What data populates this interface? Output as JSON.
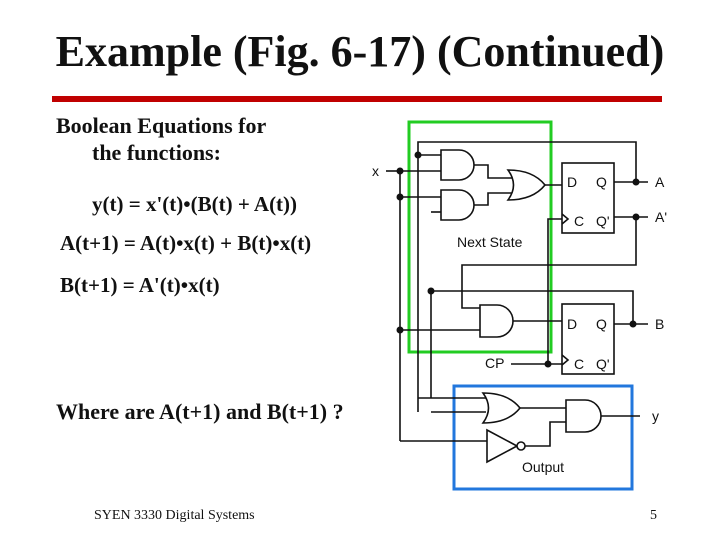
{
  "title": "Example (Fig. 6-17) (Continued)",
  "text": {
    "heading1": "Boolean Equations for",
    "heading2": "the functions:",
    "eq_y": "y(t) = x'(t)•(B(t) + A(t))",
    "eq_a": "A(t+1) = A(t)•x(t) + B(t)•x(t)",
    "eq_b": "B(t+1) = A'(t)•x(t)",
    "question": "Where are A(t+1) and B(t+1) ?"
  },
  "diagram": {
    "labels": {
      "x": "x",
      "A": "A",
      "A_prime": "A'",
      "B": "B",
      "y": "y",
      "next_state": "Next State",
      "cp": "CP",
      "output": "Output",
      "ff_d": "D",
      "ff_q": "Q",
      "ff_c": "C",
      "ff_qn": "Q'"
    },
    "colors": {
      "next_state_box": "#22cc22",
      "output_box": "#2277dd",
      "wire": "#111111"
    }
  },
  "footer": {
    "course": "SYEN 3330 Digital Systems",
    "page": "5"
  },
  "colors": {
    "accent_rule": "#c00000"
  }
}
